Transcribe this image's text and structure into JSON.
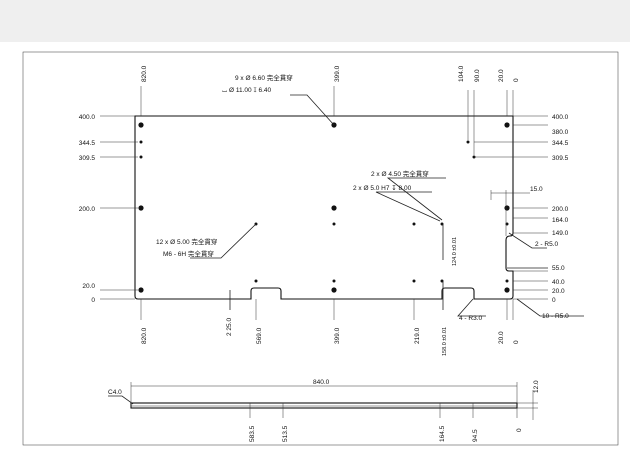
{
  "top_dims": [
    "820.0",
    "399.0",
    "104.0",
    "90.0",
    "20.0",
    "0"
  ],
  "left_dims": [
    "400.0",
    "344.5",
    "309.5",
    "200.0",
    "20.0",
    "0"
  ],
  "right_dims": [
    "400.0",
    "380.0",
    "344.5",
    "309.5",
    "200.0",
    "164.0",
    "149.0",
    "55.0",
    "40.0",
    "20.0",
    "0"
  ],
  "bottom_dims": [
    "820.0",
    "569.0",
    "399.0",
    "219.0",
    "20.0",
    "0"
  ],
  "side_dims": [
    "583.5",
    "513.5",
    "164.5",
    "94.5",
    "0"
  ],
  "callouts": {
    "holes_a_line1": "9 x Ø 6.60 完全貫穿",
    "holes_a_line2": "⌴ Ø 11.00 ↧ 6.40",
    "holes_b": "2 x Ø 4.50 完全貫穿",
    "holes_c": "2 x Ø 5.0 H7 ↧ 8.00",
    "holes_d_line1": "12 x Ø 5.00 完全貫穿",
    "holes_d_line2": "M6 - 6H 完全貫穿",
    "slot_width": "15.0",
    "radius_r5": "2 - R5.0",
    "radius_r3": "4 - R3.0",
    "radius_r5_ten": "10 - R5.0",
    "gap_25": "2 25.0",
    "tol_124": "124.0 ±0.01",
    "tol_158": "158.0 ±0.01"
  },
  "side_view": {
    "chamfer": "C4.0",
    "length": "840.0",
    "thickness": "12.0"
  }
}
